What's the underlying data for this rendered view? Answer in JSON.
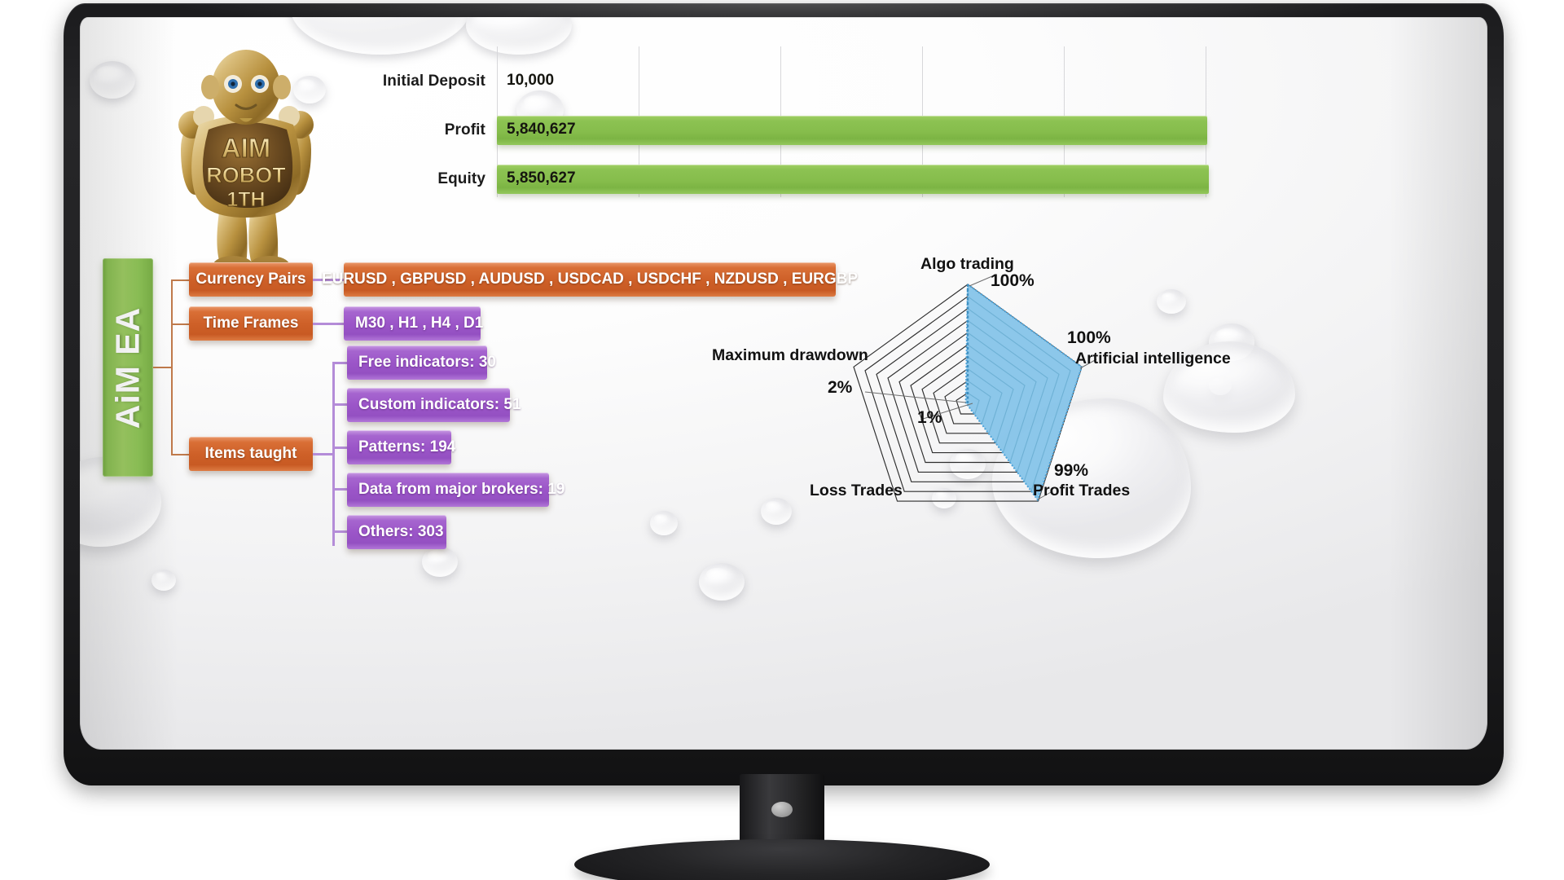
{
  "device": {
    "type": "curved-monitor",
    "logo_text": [
      "AIM",
      "ROBOT",
      "1TH"
    ]
  },
  "brand": {
    "label": "AiM EA",
    "robot_alt": "AIM ROBOT 1TH golden robot mascot"
  },
  "colors": {
    "green_bar": "#8cc252",
    "orange_node": "#ce6028",
    "purple_node": "#9b55c8",
    "radar_fill": "#82c2e8",
    "text": "#111111"
  },
  "chart_data": [
    {
      "type": "bar",
      "title": "",
      "orientation": "horizontal",
      "categories": [
        "Initial Deposit",
        "Profit",
        "Equity"
      ],
      "values": [
        10000,
        5840627,
        5850627
      ],
      "value_labels": [
        "10,000",
        "5,840,627",
        "5,850,627"
      ],
      "xlabel": "",
      "ylabel": "",
      "xlim": [
        0,
        6000000
      ],
      "grid": true,
      "gridlines": 5,
      "legend": "none",
      "series_color": "#8cc252"
    },
    {
      "type": "radar",
      "title": "",
      "categories": [
        "Algo trading",
        "Artificial intelligence",
        "Profit Trades",
        "Loss Trades",
        "Maximum drawdown"
      ],
      "values": [
        100,
        100,
        99,
        1,
        2
      ],
      "value_labels": [
        "100%",
        "100%",
        "99%",
        "1%",
        "2%"
      ],
      "rings": 10,
      "rlim": [
        0,
        100
      ],
      "fill": "#82c2e8",
      "grid": true,
      "legend": "none"
    }
  ],
  "bar_chart": {
    "rows": [
      {
        "label": "Initial Deposit",
        "value": "10,000",
        "pct": 0.17
      },
      {
        "label": "Profit",
        "value": "5,840,627",
        "pct": 97.3
      },
      {
        "label": "Equity",
        "value": "5,850,627",
        "pct": 97.5
      }
    ]
  },
  "tree": {
    "root": "AiM EA",
    "branches": [
      {
        "label": "Currency Pairs",
        "kind": "orange",
        "children": [
          {
            "label": "EURUSD , GBPUSD , AUDUSD , USDCAD , USDCHF , NZDUSD , EURGBP",
            "kind": "orange"
          }
        ]
      },
      {
        "label": "Time Frames",
        "kind": "orange",
        "children": [
          {
            "label": "M30 , H1 , H4 , D1",
            "kind": "purple"
          }
        ]
      },
      {
        "label": "Items taught",
        "kind": "orange",
        "children": [
          {
            "label": "Free indicators: 30",
            "kind": "purple"
          },
          {
            "label": "Custom indicators: 51",
            "kind": "purple"
          },
          {
            "label": "Patterns: 194",
            "kind": "purple"
          },
          {
            "label": "Data from major brokers: 19",
            "kind": "purple"
          },
          {
            "label": "Others: 303",
            "kind": "purple"
          }
        ]
      }
    ]
  },
  "radar": {
    "axes": [
      {
        "name": "Algo trading",
        "value": "100%"
      },
      {
        "name": "Artificial intelligence",
        "value": "100%"
      },
      {
        "name": "Profit Trades",
        "value": "99%"
      },
      {
        "name": "Loss Trades",
        "value": "1%"
      },
      {
        "name": "Maximum drawdown",
        "value": "2%"
      }
    ]
  }
}
